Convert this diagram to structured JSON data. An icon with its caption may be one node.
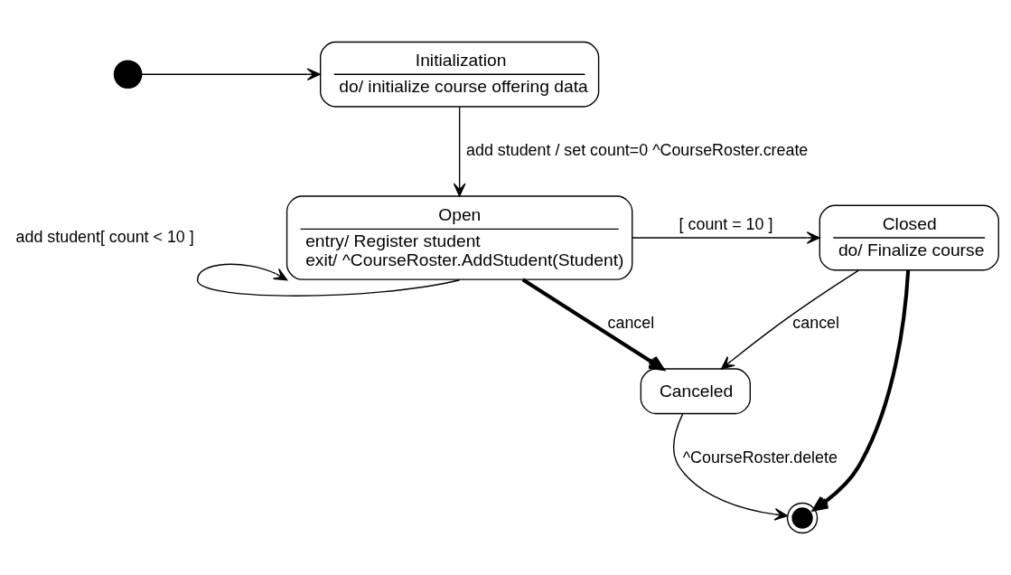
{
  "diagram": {
    "nodes": [
      {
        "text": [],
        "shape": "circle"
      },
      {
        "text": [
          "Initialization",
          "do/ initialize course offering data"
        ]
      },
      {
        "text": [
          "Open",
          "entry/ Register student",
          "exit/ ^CourseRoster.AddStudent(Student)"
        ]
      },
      {
        "text": [
          "Closed",
          "do/ Finalize course"
        ]
      },
      {
        "text": [
          "Canceled"
        ]
      },
      {
        "text": [],
        "shape": "circle"
      }
    ],
    "edges": [
      {
        "from": 0,
        "to": 1,
        "arrow": "to"
      },
      {
        "from": 1,
        "to": 2,
        "arrow": "to",
        "label": "add student / set count=0 ^CourseRoster.create"
      },
      {
        "from": 2,
        "to": 2,
        "arrow": "to",
        "label": "add student[ count < 10 ]"
      },
      {
        "from": 2,
        "to": 3,
        "arrow": "to",
        "label": "[ count = 10 ]"
      },
      {
        "from": 2,
        "to": 4,
        "arrow": "to",
        "label": "cancel",
        "style": "thick"
      },
      {
        "from": 3,
        "to": 4,
        "arrow": "to",
        "label": "cancel"
      },
      {
        "from": 4,
        "to": 5,
        "arrow": "to",
        "label": "^CourseRoster.delete"
      },
      {
        "from": 3,
        "to": 5,
        "arrow": "to",
        "style": "thick"
      }
    ]
  }
}
